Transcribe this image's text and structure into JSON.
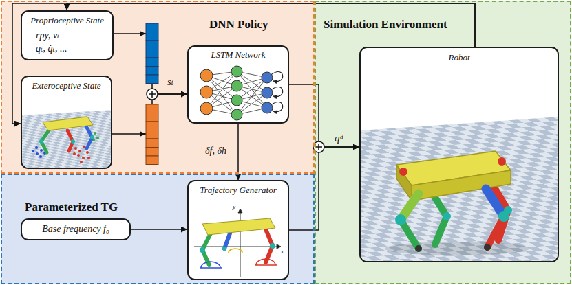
{
  "diagram": {
    "nodes": [
      {
        "text": [
          "DNN Policy"
        ]
      },
      {
        "text": [
          "Proprioceptive State",
          "rpy, vₜ",
          "qₜ, q̇ₜ, ..."
        ],
        "in": 0
      },
      {
        "text": [
          "Exteroceptive State"
        ],
        "in": 0
      },
      {
        "text": [
          "LSTM Network"
        ],
        "in": 0
      },
      {
        "text": [
          "Simulation Environment"
        ]
      },
      {
        "text": [
          "Robot"
        ],
        "in": 4
      },
      {
        "text": [
          "Parameterized TG"
        ]
      },
      {
        "text": [
          "Base frequency f₀"
        ],
        "in": 6
      },
      {
        "text": [
          "Trajectory Generator"
        ],
        "in": 6
      }
    ],
    "edges": [
      {
        "from": 1,
        "to": 3,
        "arrow": "to"
      },
      {
        "from": 2,
        "to": 3,
        "arrow": "to"
      },
      {
        "from": 3,
        "to": 8,
        "arrow": "to"
      },
      {
        "from": 7,
        "to": 8,
        "arrow": "to"
      },
      {
        "from": 3,
        "to": 5,
        "arrow": "to"
      },
      {
        "from": 8,
        "to": 5,
        "arrow": "to"
      },
      {
        "from": 5,
        "to": 1,
        "arrow": "to"
      },
      {
        "from": 5,
        "to": 2,
        "arrow": "to"
      }
    ],
    "labels": [
      "sₜ",
      "δf, δh",
      "qᵈ",
      "y",
      "x"
    ]
  }
}
